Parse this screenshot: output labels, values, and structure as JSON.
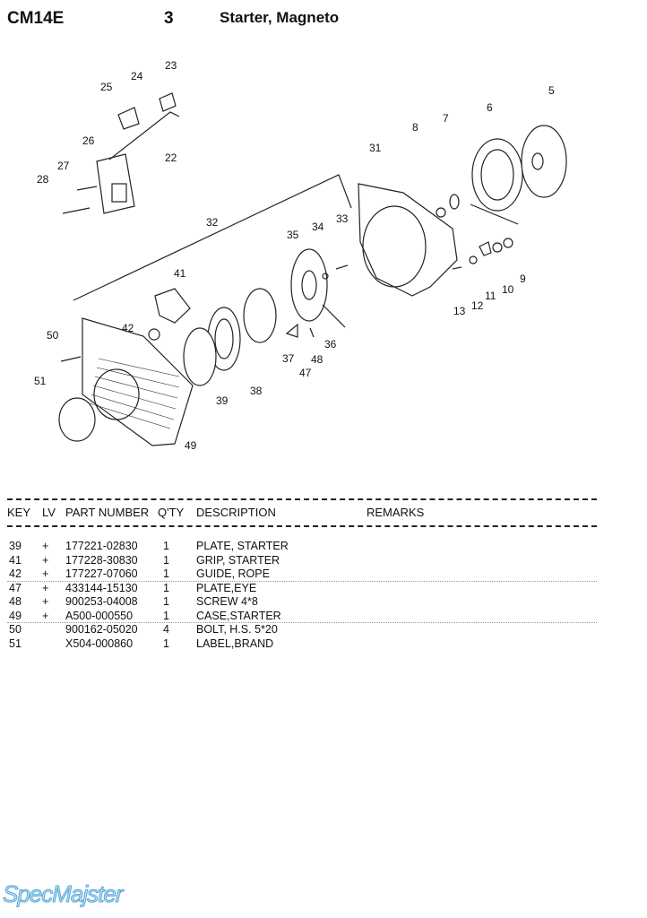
{
  "header": {
    "model": "CM14E",
    "section": "3",
    "title": "Starter, Magneto"
  },
  "diagram": {
    "callouts": [
      "23",
      "24",
      "25",
      "26",
      "22",
      "27",
      "28",
      "32",
      "31",
      "8",
      "7",
      "6",
      "5",
      "34",
      "33",
      "35",
      "41",
      "42",
      "50",
      "51",
      "39",
      "38",
      "37",
      "47",
      "48",
      "36",
      "49",
      "13",
      "12",
      "11",
      "10",
      "9"
    ]
  },
  "table": {
    "columns": {
      "key": "KEY",
      "lv": "LV",
      "part": "PART NUMBER",
      "qty": "Q'TY",
      "desc": "DESCRIPTION",
      "remarks": "REMARKS"
    },
    "rows": [
      {
        "key": "39",
        "lv": "+",
        "part": "177221-02830",
        "qty": "1",
        "desc": "PLATE, STARTER"
      },
      {
        "key": "41",
        "lv": "+",
        "part": "177228-30830",
        "qty": "1",
        "desc": "GRIP, STARTER"
      },
      {
        "key": "42",
        "lv": "+",
        "part": "177227-07060",
        "qty": "1",
        "desc": "GUIDE, ROPE"
      },
      {
        "key": "47",
        "lv": "+",
        "part": "433144-15130",
        "qty": "1",
        "desc": "PLATE,EYE"
      },
      {
        "key": "48",
        "lv": "+",
        "part": "900253-04008",
        "qty": "1",
        "desc": "SCREW  4*8"
      },
      {
        "key": "49",
        "lv": "+",
        "part": "A500-000550",
        "qty": "1",
        "desc": "CASE,STARTER"
      },
      {
        "key": "50",
        "lv": "",
        "part": "900162-05020",
        "qty": "4",
        "desc": "BOLT, H.S.  5*20"
      },
      {
        "key": "51",
        "lv": "",
        "part": "X504-000860",
        "qty": "1",
        "desc": "LABEL,BRAND"
      }
    ]
  },
  "watermark": "SpecMajster"
}
